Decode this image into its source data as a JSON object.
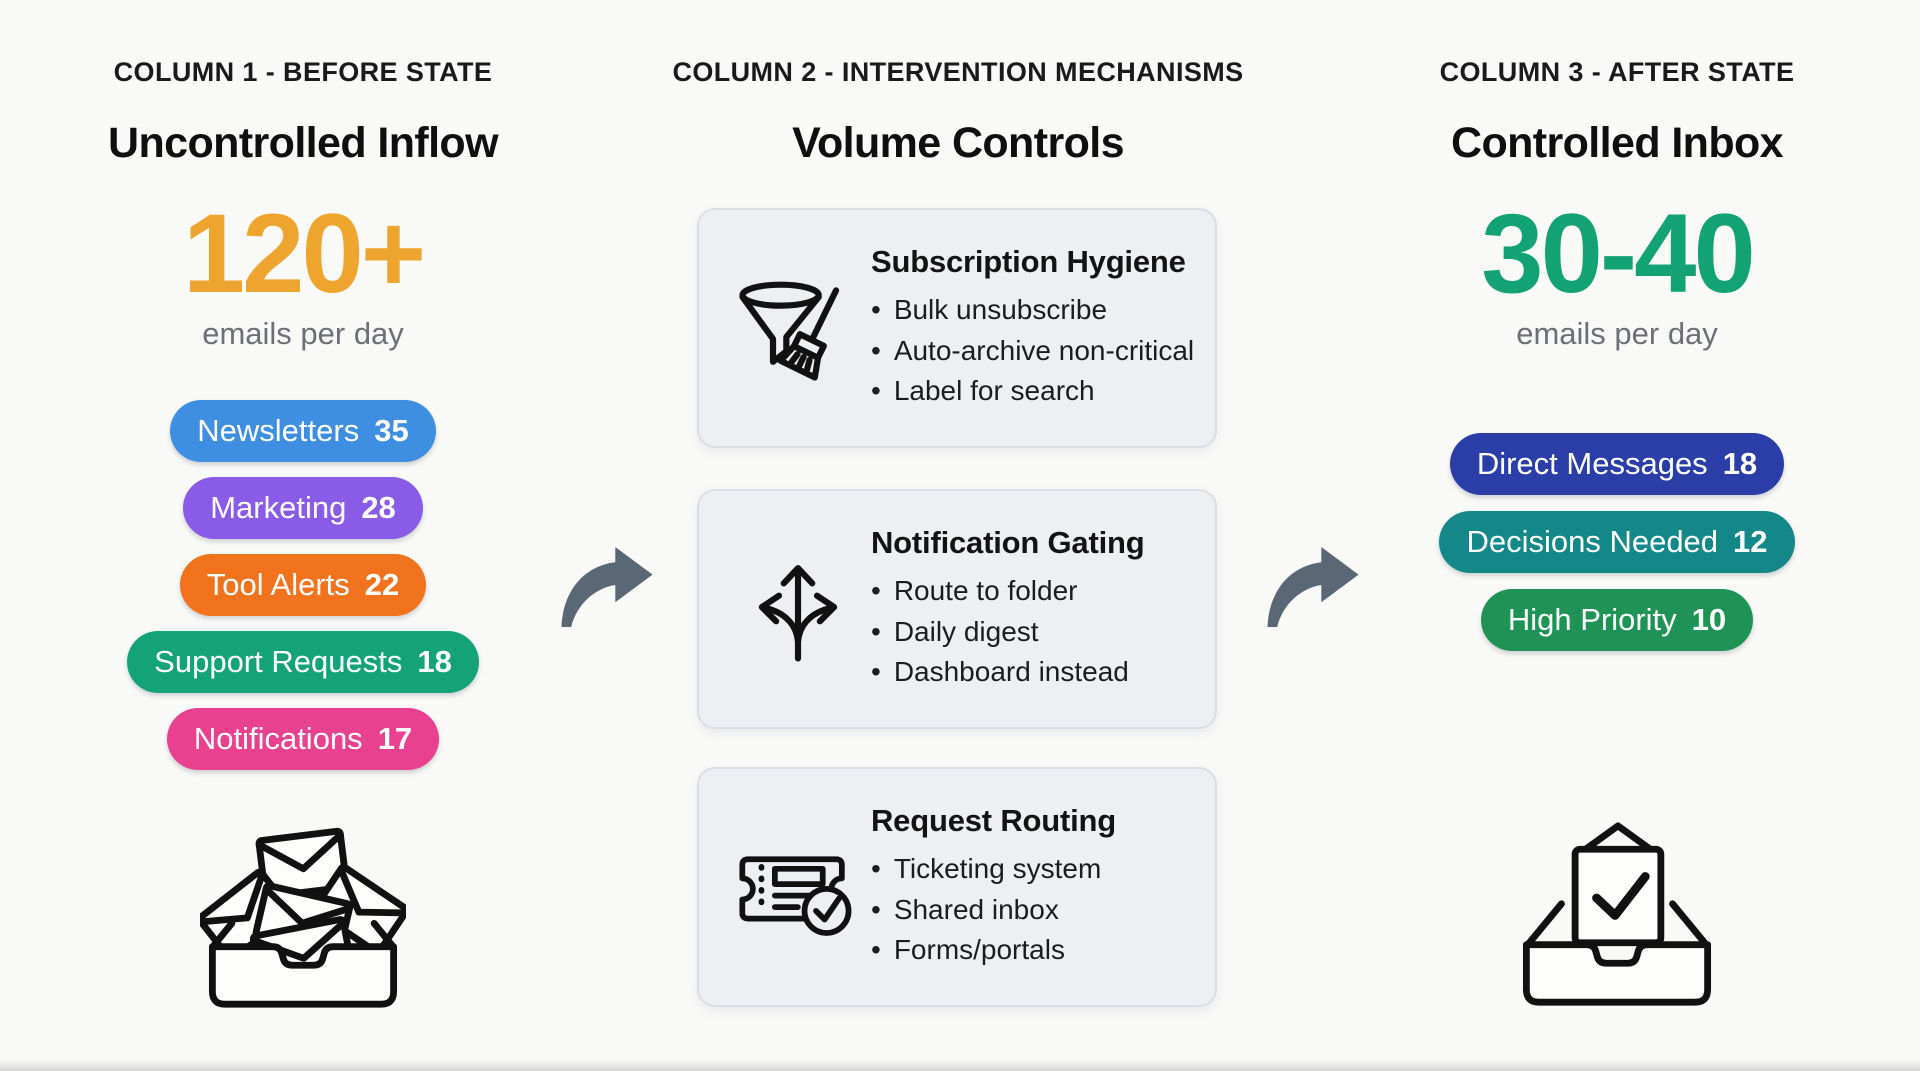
{
  "page": {
    "background": "#F9F9F8",
    "arrow_color": "#5A6774",
    "line_art_color": "#111111"
  },
  "col1": {
    "label": "COLUMN 1 - BEFORE STATE",
    "title": "Uncontrolled Inflow",
    "metric_value": "120+",
    "metric_unit": "emails per day",
    "metric_color": "#EEA52F",
    "pills": [
      {
        "label": "Newsletters",
        "count": "35",
        "color": "#3E8EE2"
      },
      {
        "label": "Marketing",
        "count": "28",
        "color": "#8A5BE6"
      },
      {
        "label": "Tool Alerts",
        "count": "22",
        "color": "#F2731E"
      },
      {
        "label": "Support Requests",
        "count": "18",
        "color": "#14A377"
      },
      {
        "label": "Notifications",
        "count": "17",
        "color": "#E8418F"
      }
    ],
    "icon": "overflowing-inbox-icon"
  },
  "col2": {
    "label": "COLUMN 2 - INTERVENTION MECHANISMS",
    "title": "Volume Controls",
    "cards": [
      {
        "icon": "funnel-broom-icon",
        "title": "Subscription Hygiene",
        "bullets": [
          "Bulk unsubscribe",
          "Auto-archive non-critical",
          "Label for search"
        ]
      },
      {
        "icon": "branch-arrows-icon",
        "title": "Notification Gating",
        "bullets": [
          "Route to folder",
          "Daily digest",
          "Dashboard instead"
        ]
      },
      {
        "icon": "ticket-check-icon",
        "title": "Request Routing",
        "bullets": [
          "Ticketing system",
          "Shared inbox",
          "Forms/portals"
        ]
      }
    ]
  },
  "col3": {
    "label": "COLUMN 3 - AFTER STATE",
    "title": "Controlled Inbox",
    "metric_value": "30-40",
    "metric_unit": "emails per day",
    "metric_color": "#13A274",
    "pills": [
      {
        "label": "Direct Messages",
        "count": "18",
        "color": "#2B3EA8"
      },
      {
        "label": "Decisions Needed",
        "count": "12",
        "color": "#148789"
      },
      {
        "label": "High Priority",
        "count": "10",
        "color": "#1F9355"
      }
    ],
    "icon": "inbox-check-icon"
  }
}
